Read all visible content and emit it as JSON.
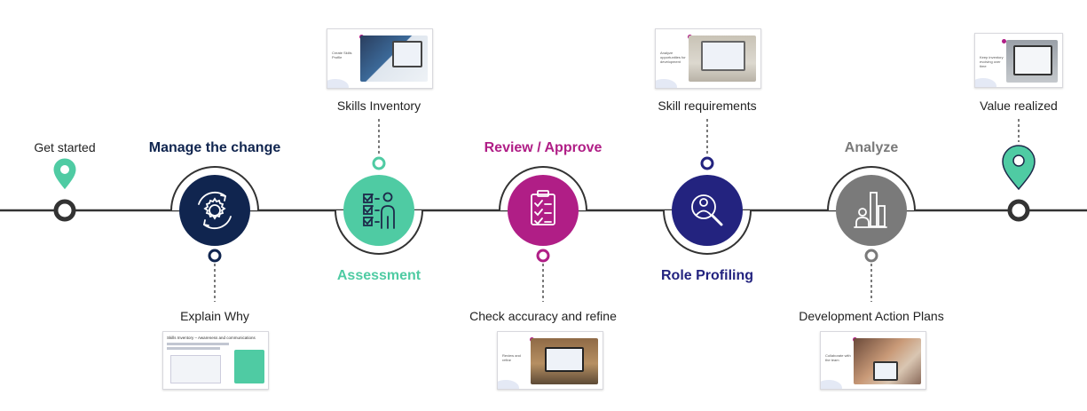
{
  "colors": {
    "line": "#333333",
    "dark_navy": "#10254f",
    "teal": "#4fcba3",
    "magenta": "#b01e86",
    "indigo": "#23237f",
    "gray": "#7a7a7a",
    "pin": "#4fcba3"
  },
  "start": {
    "label": "Get started"
  },
  "end": {
    "label": "Value realized"
  },
  "stages": [
    {
      "title": "Manage the change",
      "icon": "gear-cycle-icon",
      "color": "#10254f",
      "title_color": "#10254f",
      "callout": "Explain Why",
      "callout_position": "below"
    },
    {
      "title": "Assessment",
      "icon": "checklist-person-icon",
      "color": "#4fcba3",
      "title_color": "#4fcba3",
      "callout": "Skills Inventory",
      "callout_position": "above"
    },
    {
      "title": "Review / Approve",
      "icon": "clipboard-checklist-icon",
      "color": "#b01e86",
      "title_color": "#b01e86",
      "callout": "Check accuracy and refine",
      "callout_position": "below"
    },
    {
      "title": "Role Profiling",
      "icon": "magnifier-person-icon",
      "color": "#23237f",
      "title_color": "#23237f",
      "callout": "Skill requirements",
      "callout_position": "above"
    },
    {
      "title": "Analyze",
      "icon": "person-bar-chart-icon",
      "color": "#7a7a7a",
      "title_color": "#7a7a7a",
      "callout": "Development Action Plans",
      "callout_position": "below"
    }
  ],
  "thumbnails": {
    "skills_inventory": "Create Skills Profile",
    "explain_why_title": "Skills Inventory – Awareness and communications",
    "check_accuracy": "Review and refine",
    "skill_requirements": "Analyze opportunities for development",
    "development_plans": "Collaborate with the team",
    "value_realized": "Keep inventory evolving over time"
  }
}
